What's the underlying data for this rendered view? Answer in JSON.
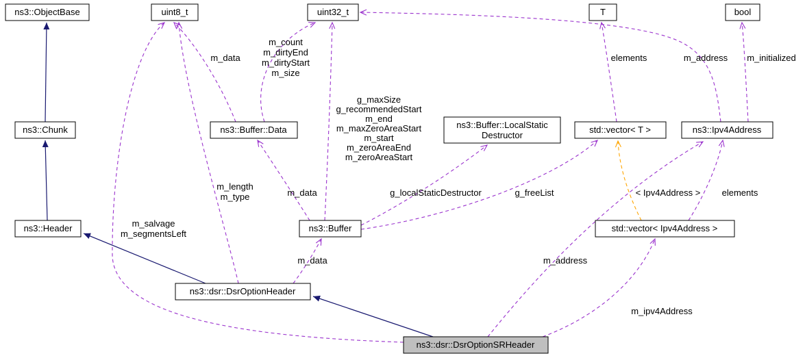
{
  "diagram": {
    "type": "doxygen-collaboration-graph",
    "nodes": {
      "objectbase": "ns3::ObjectBase",
      "uint8t": "uint8_t",
      "uint32t": "uint32_t",
      "t": "T",
      "bool": "bool",
      "chunk": "ns3::Chunk",
      "buffer_data": "ns3::Buffer::Data",
      "local_static_destructor_line1": "ns3::Buffer::LocalStatic",
      "local_static_destructor_line2": "Destructor",
      "vector_t": "std::vector< T >",
      "ipv4address": "ns3::Ipv4Address",
      "header": "ns3::Header",
      "buffer": "ns3::Buffer",
      "vector_ipv4address": "std::vector< Ipv4Address >",
      "dsr_option_header": "ns3::dsr::DsrOptionHeader",
      "dsr_option_sr_header": "ns3::dsr::DsrOptionSRHeader"
    },
    "edge_labels": {
      "bufferdata_to_uint8t": "m_data",
      "bufferdata_to_uint32t": [
        "m_count",
        "m_dirtyEnd",
        "m_dirtyStart",
        "m_size"
      ],
      "buffer_to_uint32t": [
        "g_maxSize",
        "g_recommendedStart",
        "m_end",
        "m_maxZeroAreaStart",
        "m_start",
        "m_zeroAreaEnd",
        "m_zeroAreaStart"
      ],
      "buffer_to_bufferdata": "m_data",
      "buffer_to_localstatic": "g_localStaticDestructor",
      "buffer_to_vectort": "g_freeList",
      "vectort_to_t": "elements",
      "ipv4_to_uint32t": "m_address",
      "ipv4_to_bool": "m_initialized",
      "optionheader_to_uint8t": [
        "m_length",
        "m_type"
      ],
      "srheader_to_uint8t": [
        "m_salvage",
        "m_segmentsLeft"
      ],
      "optionheader_to_buffer": "m_data",
      "srheader_to_ipv4": "m_address",
      "srheader_to_vectoripv4": "m_ipv4Address",
      "vectoripv4_to_vectort": "< Ipv4Address >",
      "vectoripv4_to_ipv4": "elements"
    },
    "colors": {
      "inheritance": "#191970",
      "usage": "#9a32cd",
      "template_relation": "#ffa500",
      "node_fill": "#ffffff",
      "node_border": "#000000",
      "highlight_fill": "#bfbfbf"
    }
  }
}
